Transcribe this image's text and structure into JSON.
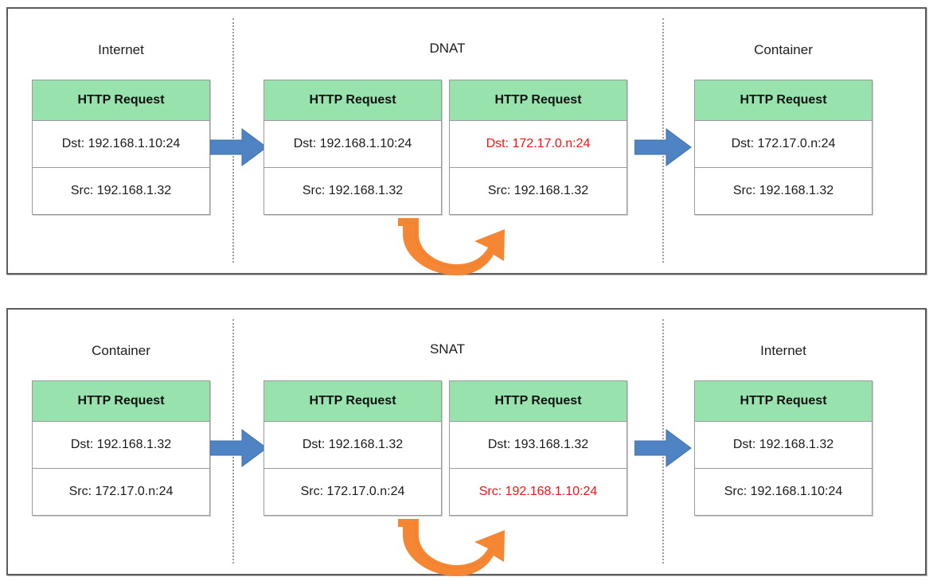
{
  "colors": {
    "card_header_green": "#98e2ae",
    "highlight_red": "#fb1111",
    "arrow_blue": "#4e84c4",
    "arrow_orange": "#f58634",
    "panel_border": "#5d5d5d",
    "divider_gray": "#9a9a9a",
    "text_dark": "#1a1a1a"
  },
  "panels": [
    {
      "id": "dnat",
      "zones": [
        {
          "label": "Internet"
        },
        {
          "label": "DNAT"
        },
        {
          "label": "Container"
        }
      ],
      "cards": [
        {
          "header": "HTTP Request",
          "rows": [
            {
              "text": "Dst: 192.168.1.10:24",
              "highlight": false
            },
            {
              "text": "Src: 192.168.1.32",
              "highlight": false
            }
          ]
        },
        {
          "header": "HTTP Request",
          "rows": [
            {
              "text": "Dst: 192.168.1.10:24",
              "highlight": false
            },
            {
              "text": "Src: 192.168.1.32",
              "highlight": false
            }
          ]
        },
        {
          "header": "HTTP Request",
          "rows": [
            {
              "text": "Dst: 172.17.0.n:24",
              "highlight": true
            },
            {
              "text": "Src: 192.168.1.32",
              "highlight": false
            }
          ]
        },
        {
          "header": "HTTP Request",
          "rows": [
            {
              "text": "Dst: 172.17.0.n:24",
              "highlight": false
            },
            {
              "text": "Src: 192.168.1.32",
              "highlight": false
            }
          ]
        }
      ],
      "arrows": [
        {
          "kind": "straight-right-arrow-icon"
        },
        {
          "kind": "curved-translation-arrow-icon"
        },
        {
          "kind": "straight-right-arrow-icon"
        }
      ]
    },
    {
      "id": "snat",
      "zones": [
        {
          "label": "Container"
        },
        {
          "label": "SNAT"
        },
        {
          "label": "Internet"
        }
      ],
      "cards": [
        {
          "header": "HTTP Request",
          "rows": [
            {
              "text": "Dst: 192.168.1.32",
              "highlight": false
            },
            {
              "text": "Src: 172.17.0.n:24",
              "highlight": false
            }
          ]
        },
        {
          "header": "HTTP Request",
          "rows": [
            {
              "text": "Dst: 192.168.1.32",
              "highlight": false
            },
            {
              "text": "Src: 172.17.0.n:24",
              "highlight": false
            }
          ]
        },
        {
          "header": "HTTP Request",
          "rows": [
            {
              "text": "Dst: 193.168.1.32",
              "highlight": false
            },
            {
              "text": "Src: 192.168.1.10:24",
              "highlight": true
            }
          ]
        },
        {
          "header": "HTTP Request",
          "rows": [
            {
              "text": "Dst: 192.168.1.32",
              "highlight": false
            },
            {
              "text": "Src: 192.168.1.10:24",
              "highlight": false
            }
          ]
        }
      ],
      "arrows": [
        {
          "kind": "straight-right-arrow-icon"
        },
        {
          "kind": "curved-translation-arrow-icon"
        },
        {
          "kind": "straight-right-arrow-icon"
        }
      ]
    }
  ]
}
